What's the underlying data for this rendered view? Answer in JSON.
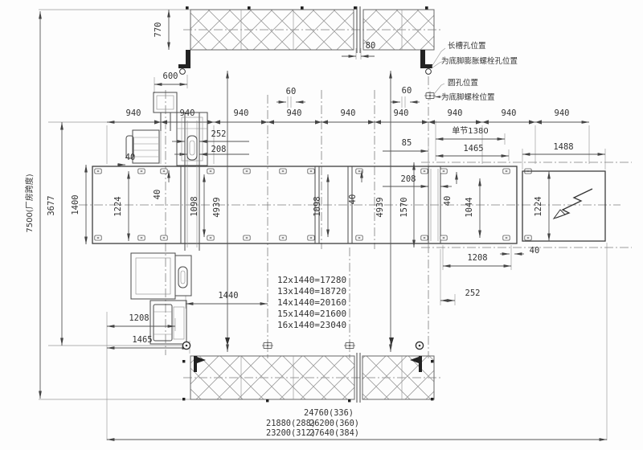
{
  "colors": {
    "line": "#444444",
    "hatch": "#8f8f8f",
    "black_fill": "#222222",
    "background": "#fdfdfd"
  },
  "dims": {
    "overall_v": "7500(厂房跨度)",
    "v3677": "3677",
    "v1400": "1400",
    "strip770": "770",
    "gap80": "80",
    "off600": "600",
    "p940": "940",
    "off60": "60",
    "L252": "252",
    "L208": "208",
    "R85": "85",
    "R208": "208",
    "unit1380": "单节1380",
    "r1465": "1465",
    "r1488": "1488",
    "b1224": "1224",
    "b1098": "1098",
    "b4939": "4939",
    "b1570": "1570",
    "b1044": "1044",
    "s40": "40",
    "m1440": "1440",
    "b1208": "1208",
    "bl1465": "1465",
    "br252": "252"
  },
  "formulas": [
    "12x1440=17280",
    "13x1440=18720",
    "14x1440=20160",
    "15x1440=21600",
    "16x1440=23040"
  ],
  "totals": {
    "row1": "24760(336)",
    "row2a": "21880(288)",
    "row2b": "26200(360)",
    "row3a": "23200(312)",
    "row3b": "27640(384)"
  },
  "notes": {
    "slot": "长槽孔位置",
    "slot2": "为底脚膨胀螺栓孔位置",
    "round": "圆孔位置",
    "round2": "为底脚螺栓位置"
  }
}
